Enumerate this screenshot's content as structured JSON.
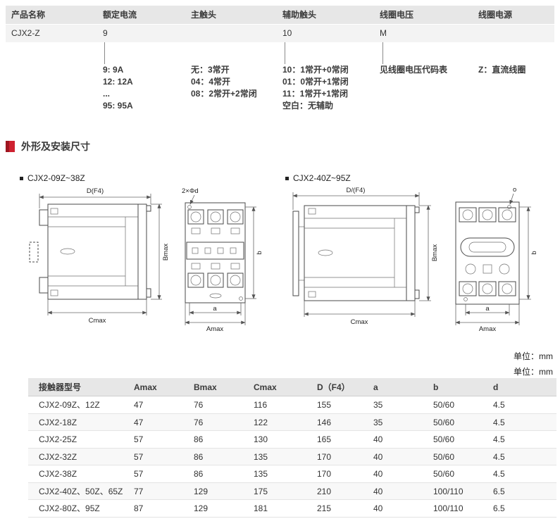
{
  "model_table": {
    "headers": [
      "产品名称",
      "额定电流",
      "主触头",
      "辅助触头",
      "线圈电压",
      "线圈电源"
    ],
    "example": {
      "name": "CJX2-Z",
      "current": "9",
      "aux": "10",
      "voltage": "M"
    },
    "details": {
      "current": "9: 9A\n12: 12A\n...\n95: 95A",
      "main_contact": "无：3常开\n04：4常开\n08：2常开+2常闭",
      "aux_contact": "10：1常开+0常闭\n01：0常开+1常闭\n11：1常开+1常闭\n空白：无辅助",
      "voltage": "见线圈电压代码表",
      "power": "Z：直流线圈"
    }
  },
  "section_title": "外形及安装尺寸",
  "drawings": {
    "left": {
      "title": "CJX2-09Z~38Z",
      "dim_top": "D(F4)",
      "dim_height": "Bmax",
      "dim_depth": "Cmax",
      "dim_holes": "2×Φd",
      "dim_b": "b",
      "dim_a": "a",
      "dim_amax": "Amax"
    },
    "right": {
      "title": "CJX2-40Z~95Z",
      "dim_top": "D/(F4)",
      "dim_height": "Bmax",
      "dim_depth": "Cmax",
      "dim_hole": "o",
      "dim_b": "b",
      "dim_a": "a",
      "dim_amax": "Amax"
    }
  },
  "units_note": "单位：mm",
  "dim_table": {
    "headers": [
      "接触器型号",
      "Amax",
      "Bmax",
      "Cmax",
      "D（F4）",
      "a",
      "b",
      "d"
    ],
    "rows": [
      [
        "CJX2-09Z、12Z",
        "47",
        "76",
        "116",
        "155",
        "35",
        "50/60",
        "4.5"
      ],
      [
        "CJX2-18Z",
        "47",
        "76",
        "122",
        "146",
        "35",
        "50/60",
        "4.5"
      ],
      [
        "CJX2-25Z",
        "57",
        "86",
        "130",
        "165",
        "40",
        "50/60",
        "4.5"
      ],
      [
        "CJX2-32Z",
        "57",
        "86",
        "135",
        "170",
        "40",
        "50/60",
        "4.5"
      ],
      [
        "CJX2-38Z",
        "57",
        "86",
        "135",
        "170",
        "40",
        "50/60",
        "4.5"
      ],
      [
        "CJX2-40Z、50Z、65Z",
        "77",
        "129",
        "175",
        "210",
        "40",
        "100/110",
        "6.5"
      ],
      [
        "CJX2-80Z、95Z",
        "87",
        "129",
        "181",
        "215",
        "40",
        "100/110",
        "6.5"
      ]
    ]
  }
}
